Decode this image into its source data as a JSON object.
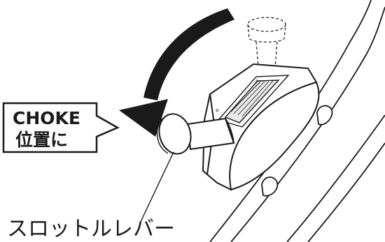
{
  "callout": {
    "line1": "CHOKE",
    "line2": "位置に"
  },
  "caption": {
    "label": "スロットルレバー"
  },
  "icons": {
    "arrow": "curved-arrow-icon",
    "lever": "throttle-lever-icon"
  },
  "colors": {
    "ink": "#1a1a1a",
    "paper": "#ffffff"
  }
}
